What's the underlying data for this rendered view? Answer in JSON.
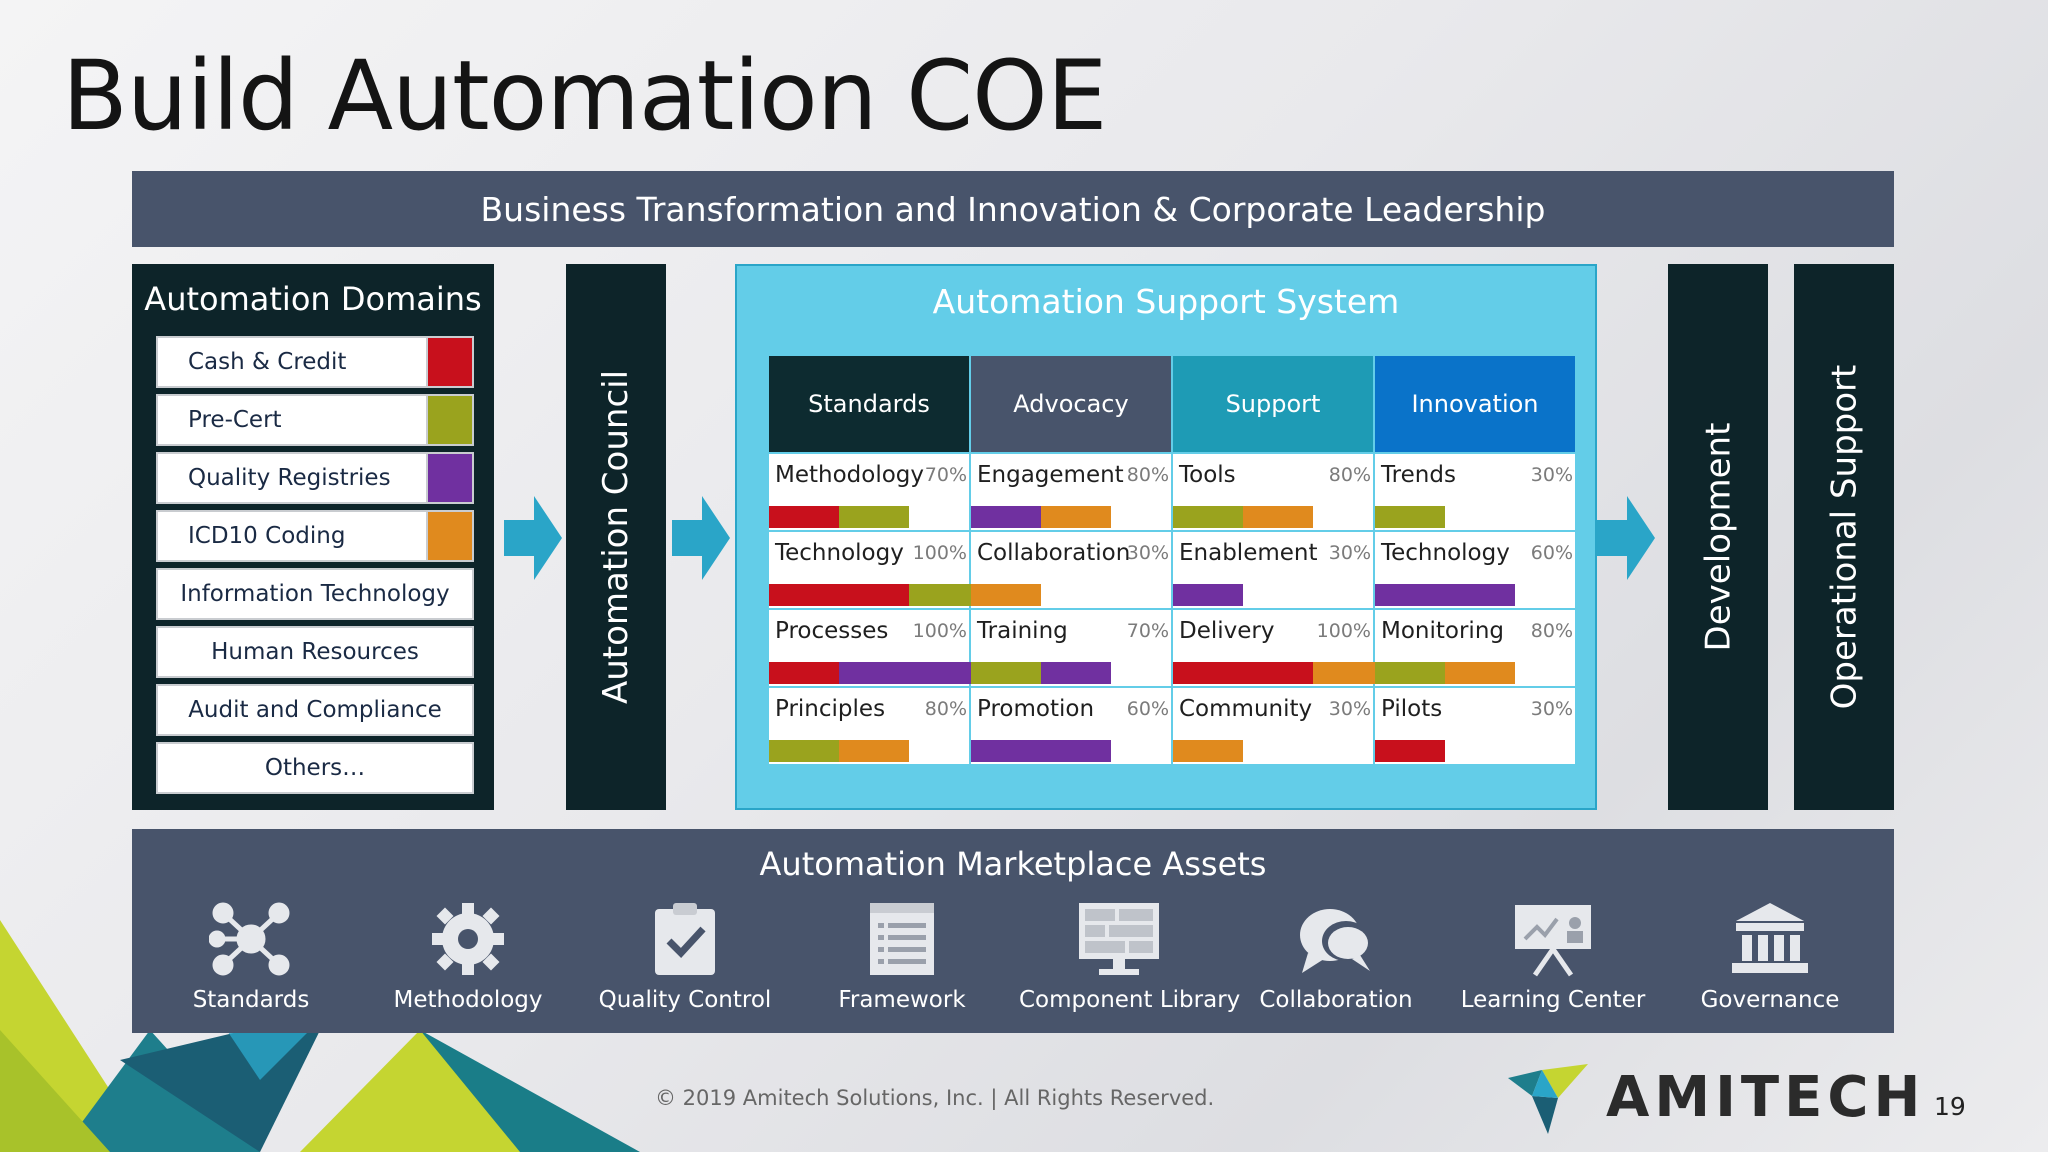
{
  "title": "Build Automation COE",
  "banner": "Business Transformation and Innovation & Corporate  Leadership",
  "colors": {
    "red": "#c8101c",
    "olive": "#9aa31e",
    "purple": "#7030a0",
    "orange": "#e08a1e",
    "navy": "#48546b",
    "dark": "#0d2429",
    "cyan": "#63cde8"
  },
  "domains": {
    "title": "Automation Domains",
    "items": [
      {
        "label": "Cash & Credit",
        "color": "#c8101c"
      },
      {
        "label": "Pre-Cert",
        "color": "#9aa31e"
      },
      {
        "label": "Quality Registries",
        "color": "#7030a0"
      },
      {
        "label": "ICD10 Coding",
        "color": "#e08a1e"
      },
      {
        "label": "Information Technology"
      },
      {
        "label": "Human Resources"
      },
      {
        "label": "Audit and Compliance"
      },
      {
        "label": "Others…"
      }
    ]
  },
  "council": "Automation Council",
  "support_system": {
    "title": "Automation Support System",
    "columns": [
      {
        "header": "Standards",
        "header_color": "#0d2b30",
        "cells": [
          {
            "name": "Methodology",
            "pct": "70%",
            "bars": [
              "red",
              "olive"
            ]
          },
          {
            "name": "Technology",
            "pct": "100%",
            "bars": [
              "red",
              "red",
              "olive"
            ]
          },
          {
            "name": "Processes",
            "pct": "100%",
            "bars": [
              "red",
              "purple",
              "purple"
            ]
          },
          {
            "name": "Principles",
            "pct": "80%",
            "bars": [
              "olive",
              "orange"
            ]
          }
        ]
      },
      {
        "header": "Advocacy",
        "header_color": "#48546b",
        "cells": [
          {
            "name": "Engagement",
            "pct": "80%",
            "bars": [
              "purple",
              "orange"
            ]
          },
          {
            "name": "Collaboration",
            "pct": "30%",
            "bars": [
              "orange"
            ]
          },
          {
            "name": "Training",
            "pct": "70%",
            "bars": [
              "olive",
              "purple"
            ]
          },
          {
            "name": "Promotion",
            "pct": "60%",
            "bars": [
              "purple",
              "purple"
            ]
          }
        ]
      },
      {
        "header": "Support",
        "header_color": "#1e9bb5",
        "cells": [
          {
            "name": "Tools",
            "pct": "80%",
            "bars": [
              "olive",
              "orange"
            ]
          },
          {
            "name": "Enablement",
            "pct": "30%",
            "bars": [
              "purple"
            ]
          },
          {
            "name": "Delivery",
            "pct": "100%",
            "bars": [
              "red",
              "red",
              "orange"
            ]
          },
          {
            "name": "Community",
            "pct": "30%",
            "bars": [
              "orange"
            ]
          }
        ]
      },
      {
        "header": "Innovation",
        "header_color": "#0a73c9",
        "cells": [
          {
            "name": "Trends",
            "pct": "30%",
            "bars": [
              "olive"
            ]
          },
          {
            "name": "Technology",
            "pct": "60%",
            "bars": [
              "purple",
              "purple"
            ]
          },
          {
            "name": "Monitoring",
            "pct": "80%",
            "bars": [
              "olive",
              "orange"
            ]
          },
          {
            "name": "Pilots",
            "pct": "30%",
            "bars": [
              "red"
            ]
          }
        ]
      }
    ]
  },
  "development": "Development",
  "operational_support": "Operational Support",
  "marketplace": {
    "title": "Automation Marketplace Assets",
    "assets": [
      {
        "label": "Standards",
        "icon": "network-icon"
      },
      {
        "label": "Methodology",
        "icon": "gear-icon"
      },
      {
        "label": "Quality Control",
        "icon": "clipboard-check-icon"
      },
      {
        "label": "Framework",
        "icon": "document-list-icon"
      },
      {
        "label": "Component Library",
        "icon": "monitor-icon"
      },
      {
        "label": "Collaboration",
        "icon": "chat-bubbles-icon"
      },
      {
        "label": "Learning Center",
        "icon": "presentation-board-icon"
      },
      {
        "label": "Governance",
        "icon": "institution-icon"
      }
    ]
  },
  "footer": "© 2019 Amitech Solutions, Inc.  |  All Rights Reserved.",
  "brand": "AMITECH",
  "page_number": "19"
}
